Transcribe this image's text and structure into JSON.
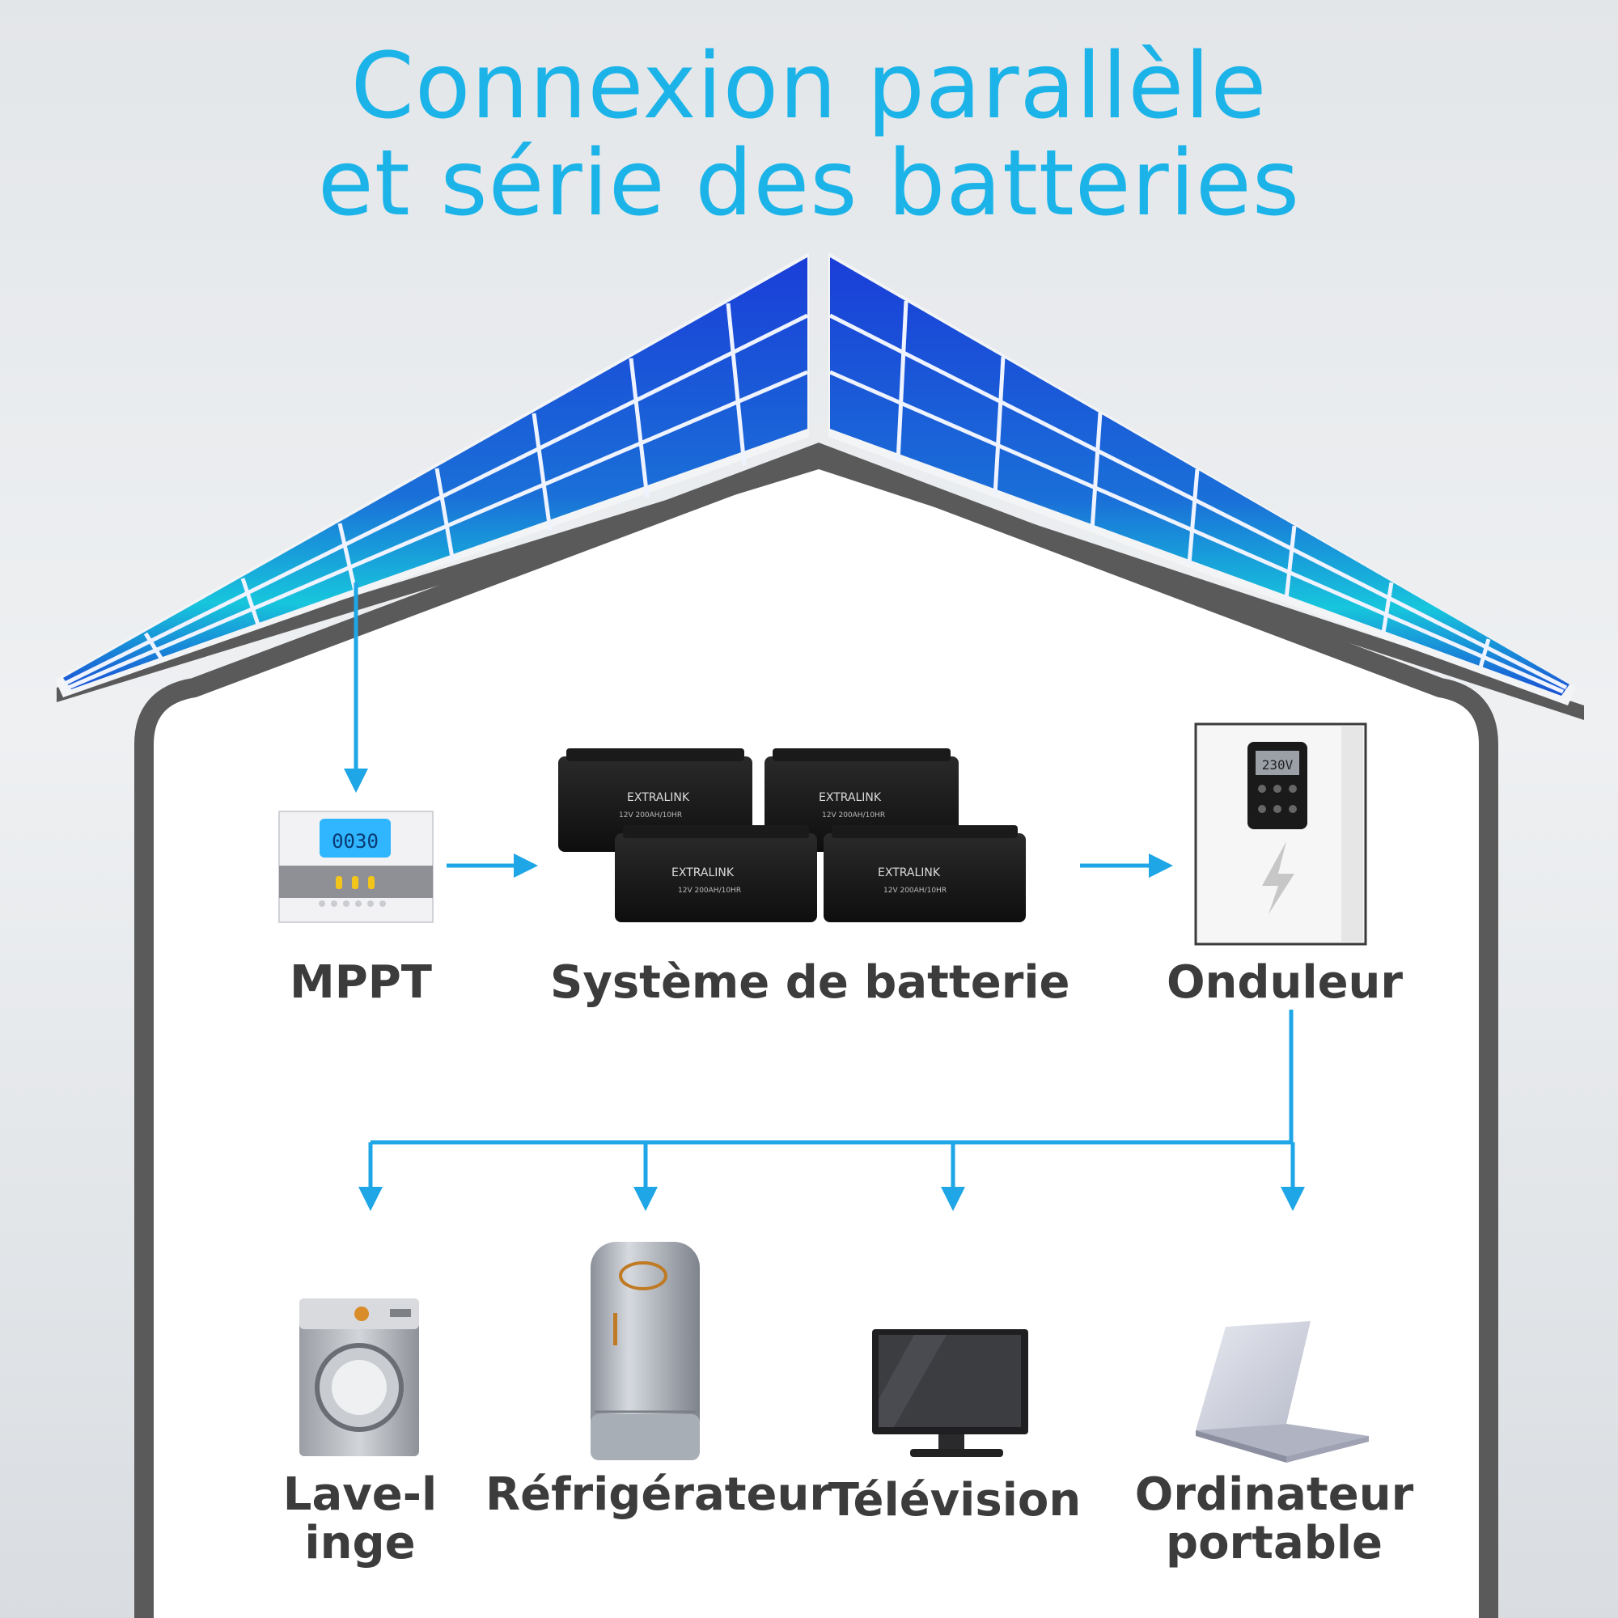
{
  "title": {
    "line1": "Connexion parallèle",
    "line2": "et série des batteries"
  },
  "components": {
    "mppt": {
      "label": "MPPT",
      "display": "0030"
    },
    "battery_system": {
      "label": "Système de batterie",
      "brand": "EXTRALINK",
      "model": "12V 200AH/10HR"
    },
    "inverter": {
      "label": "Onduleur",
      "display": "230V"
    }
  },
  "appliances": [
    {
      "label_line1": "Lave-l",
      "label_line2": "inge"
    },
    {
      "label": "Réfrigérateur"
    },
    {
      "label": "Télévision"
    },
    {
      "label_line1": "Ordinateur",
      "label_line2": "portable"
    }
  ],
  "colors": {
    "title": "#1cb4e8",
    "arrows": "#1ea6e6",
    "roof": "#5a5a5a",
    "panel": "#1a3fd0",
    "label": "#3c3c3c"
  }
}
